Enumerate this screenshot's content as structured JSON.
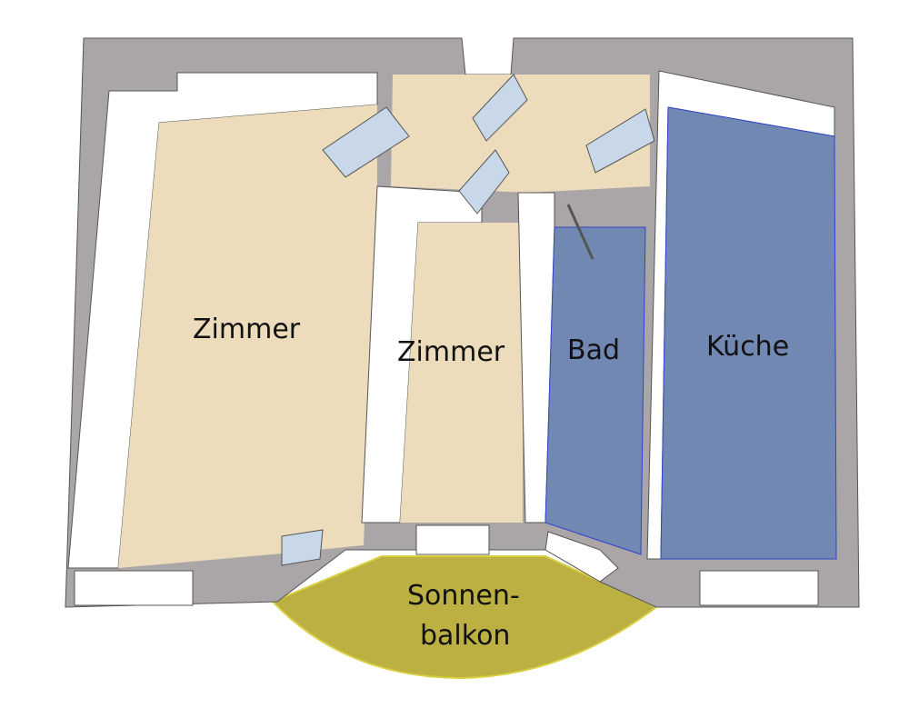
{
  "rooms": {
    "room1": "Zimmer",
    "room2": "Zimmer",
    "bath": "Bad",
    "kitchen": "Küche",
    "balcony_line1": "Sonnen-",
    "balcony_line2": "balkon"
  },
  "colors": {
    "wall": "#aaa5a6",
    "wood_floor": "#ecdcbb",
    "tile_floor": "#7088b2",
    "balcony": "#bdb043",
    "wall_face": "#ffffff"
  }
}
